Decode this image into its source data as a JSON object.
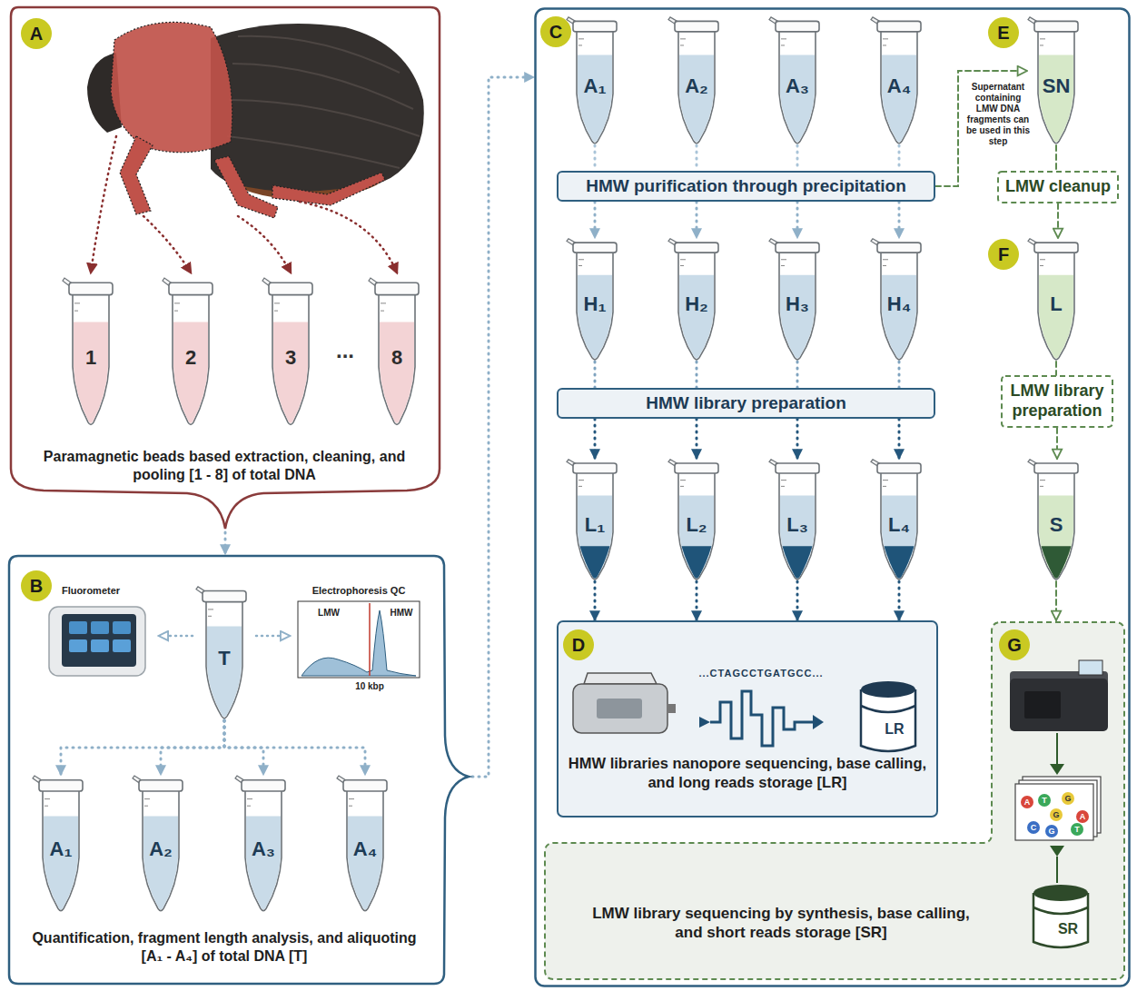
{
  "diagram": {
    "nodes": [
      {
        "text": [
          "A",
          "Paramagnetic beads based extraction, cleaning, and pooling [1 - 8] of total DNA"
        ]
      },
      {
        "text": [
          "1"
        ],
        "in": 0
      },
      {
        "text": [
          "2"
        ],
        "in": 0
      },
      {
        "text": [
          "3"
        ],
        "in": 0
      },
      {
        "text": [
          "8"
        ],
        "in": 0
      },
      {
        "text": [
          "B",
          "Quantification, fragment length analysis, and aliquoting [A₁ - A₄] of total DNA [T]"
        ]
      },
      {
        "text": [
          "T"
        ],
        "in": 5
      },
      {
        "text": [
          "A₁"
        ],
        "in": 5
      },
      {
        "text": [
          "A₂"
        ],
        "in": 5
      },
      {
        "text": [
          "A₃"
        ],
        "in": 5
      },
      {
        "text": [
          "A₄"
        ],
        "in": 5
      },
      {
        "text": [
          "C"
        ]
      },
      {
        "text": [
          "A₁"
        ],
        "in": 11
      },
      {
        "text": [
          "A₂"
        ],
        "in": 11
      },
      {
        "text": [
          "A₃"
        ],
        "in": 11
      },
      {
        "text": [
          "A₄"
        ],
        "in": 11
      },
      {
        "text": [
          "SN"
        ],
        "in": 11
      },
      {
        "text": [
          "HMW purification through precipitation"
        ],
        "in": 11
      },
      {
        "text": [
          "LMW cleanup"
        ],
        "in": 11
      },
      {
        "text": [
          "H₁"
        ],
        "in": 11
      },
      {
        "text": [
          "H₂"
        ],
        "in": 11
      },
      {
        "text": [
          "H₃"
        ],
        "in": 11
      },
      {
        "text": [
          "H₄"
        ],
        "in": 11
      },
      {
        "text": [
          "L"
        ],
        "in": 11
      },
      {
        "text": [
          "HMW library preparation"
        ],
        "in": 11
      },
      {
        "text": [
          "LMW library preparation"
        ],
        "in": 11
      },
      {
        "text": [
          "L₁"
        ],
        "in": 11
      },
      {
        "text": [
          "L₂"
        ],
        "in": 11
      },
      {
        "text": [
          "L₃"
        ],
        "in": 11
      },
      {
        "text": [
          "L₄"
        ],
        "in": 11
      },
      {
        "text": [
          "S"
        ],
        "in": 11
      },
      {
        "text": [
          "D",
          "HMW libraries nanopore sequencing, base calling, and long reads storage [LR]"
        ],
        "in": 11
      },
      {
        "text": [
          "G",
          "LMW library sequencing by synthesis, base calling, and short reads storage [SR]"
        ],
        "in": 11
      }
    ],
    "edges": [
      {
        "from": 0,
        "to": 5,
        "arrow": "to"
      },
      {
        "from": 5,
        "to": 11,
        "arrow": "to"
      },
      {
        "from": 6,
        "to": 7,
        "arrow": "to"
      },
      {
        "from": 6,
        "to": 8,
        "arrow": "to"
      },
      {
        "from": 6,
        "to": 9,
        "arrow": "to"
      },
      {
        "from": 6,
        "to": 10,
        "arrow": "to"
      },
      {
        "from": 12,
        "to": 17,
        "arrow": "none"
      },
      {
        "from": 13,
        "to": 17,
        "arrow": "none"
      },
      {
        "from": 14,
        "to": 17,
        "arrow": "none"
      },
      {
        "from": 15,
        "to": 17,
        "arrow": "none"
      },
      {
        "from": 17,
        "to": 19,
        "arrow": "to"
      },
      {
        "from": 17,
        "to": 20,
        "arrow": "to"
      },
      {
        "from": 17,
        "to": 21,
        "arrow": "to"
      },
      {
        "from": 17,
        "to": 22,
        "arrow": "to"
      },
      {
        "from": 19,
        "to": 24,
        "arrow": "none"
      },
      {
        "from": 20,
        "to": 24,
        "arrow": "none"
      },
      {
        "from": 21,
        "to": 24,
        "arrow": "none"
      },
      {
        "from": 22,
        "to": 24,
        "arrow": "none"
      },
      {
        "from": 24,
        "to": 26,
        "arrow": "to"
      },
      {
        "from": 24,
        "to": 27,
        "arrow": "to"
      },
      {
        "from": 24,
        "to": 28,
        "arrow": "to"
      },
      {
        "from": 24,
        "to": 29,
        "arrow": "to"
      },
      {
        "from": 26,
        "to": 31,
        "arrow": "to"
      },
      {
        "from": 27,
        "to": 31,
        "arrow": "to"
      },
      {
        "from": 28,
        "to": 31,
        "arrow": "to"
      },
      {
        "from": 29,
        "to": 31,
        "arrow": "to"
      },
      {
        "from": 17,
        "to": 16,
        "arrow": "to",
        "label": "Supernatant containing LMW DNA fragments can be used in this step"
      },
      {
        "from": 16,
        "to": 18,
        "arrow": "none"
      },
      {
        "from": 18,
        "to": 23,
        "arrow": "to"
      },
      {
        "from": 23,
        "to": 25,
        "arrow": "none"
      },
      {
        "from": 25,
        "to": 30,
        "arrow": "to"
      },
      {
        "from": 30,
        "to": 32,
        "arrow": "to"
      }
    ],
    "labels": [
      "...",
      "Fluorometer",
      "Electrophoresis QC",
      "LMW",
      "HMW",
      "10 kbp",
      "E",
      "F",
      "...CTAGCCTGATGCC...",
      "LR",
      "A",
      "T",
      "G",
      "G",
      "A",
      "C",
      "G",
      "T",
      "SR"
    ]
  }
}
